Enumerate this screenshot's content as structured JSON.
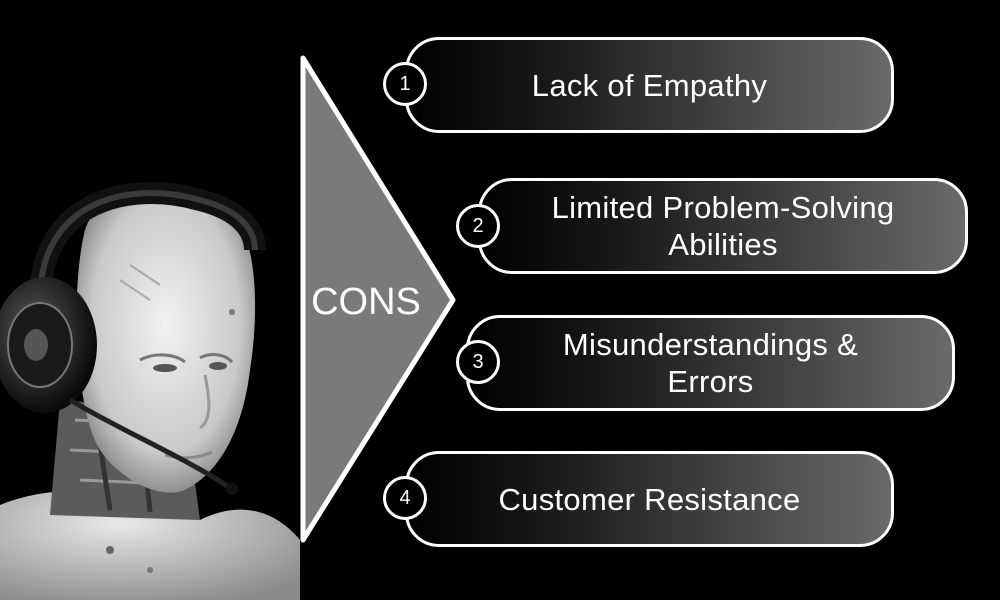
{
  "center_label": "CONS",
  "items": [
    {
      "number": "1",
      "text": "Lack of Empathy"
    },
    {
      "number": "2",
      "text": "Limited Problem-Solving Abilities"
    },
    {
      "number": "3",
      "text": "Misunderstandings & Errors"
    },
    {
      "number": "4",
      "text": "Customer Resistance"
    }
  ]
}
